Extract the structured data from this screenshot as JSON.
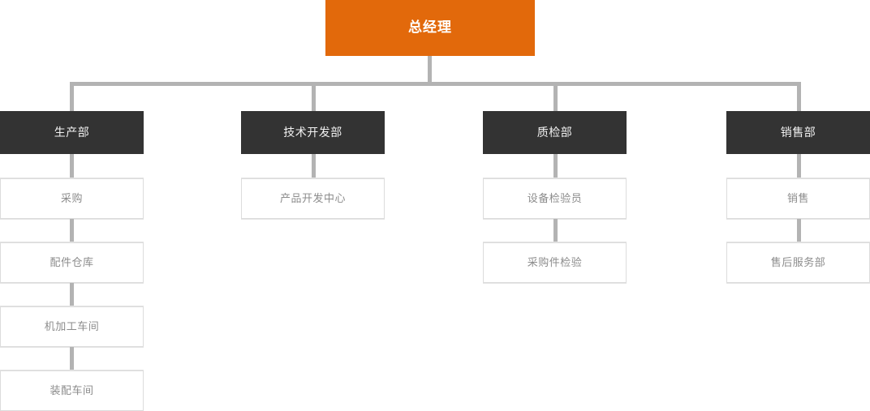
{
  "chart": {
    "type": "org-chart",
    "title_node": {
      "label": "总经理",
      "level": 0,
      "box_color": "#e2690b",
      "text_color": "#ffffff"
    },
    "connector_color": "#b3b3b3",
    "department_box_color": "#333333",
    "department_text_color": "#f2f2f2",
    "sub_box_color": "#ffffff",
    "sub_border_color": "#dcdcdc",
    "sub_text_color": "#8c8c8c",
    "branches": [
      {
        "department": "生产部",
        "children": [
          "采购",
          "配件仓库",
          "机加工车间",
          "装配车间"
        ]
      },
      {
        "department": "技术开发部",
        "children": [
          "产品开发中心"
        ]
      },
      {
        "department": "质检部",
        "children": [
          "设备检验员",
          "采购件检验"
        ]
      },
      {
        "department": "销售部",
        "children": [
          "销售",
          "售后服务部"
        ]
      }
    ]
  }
}
